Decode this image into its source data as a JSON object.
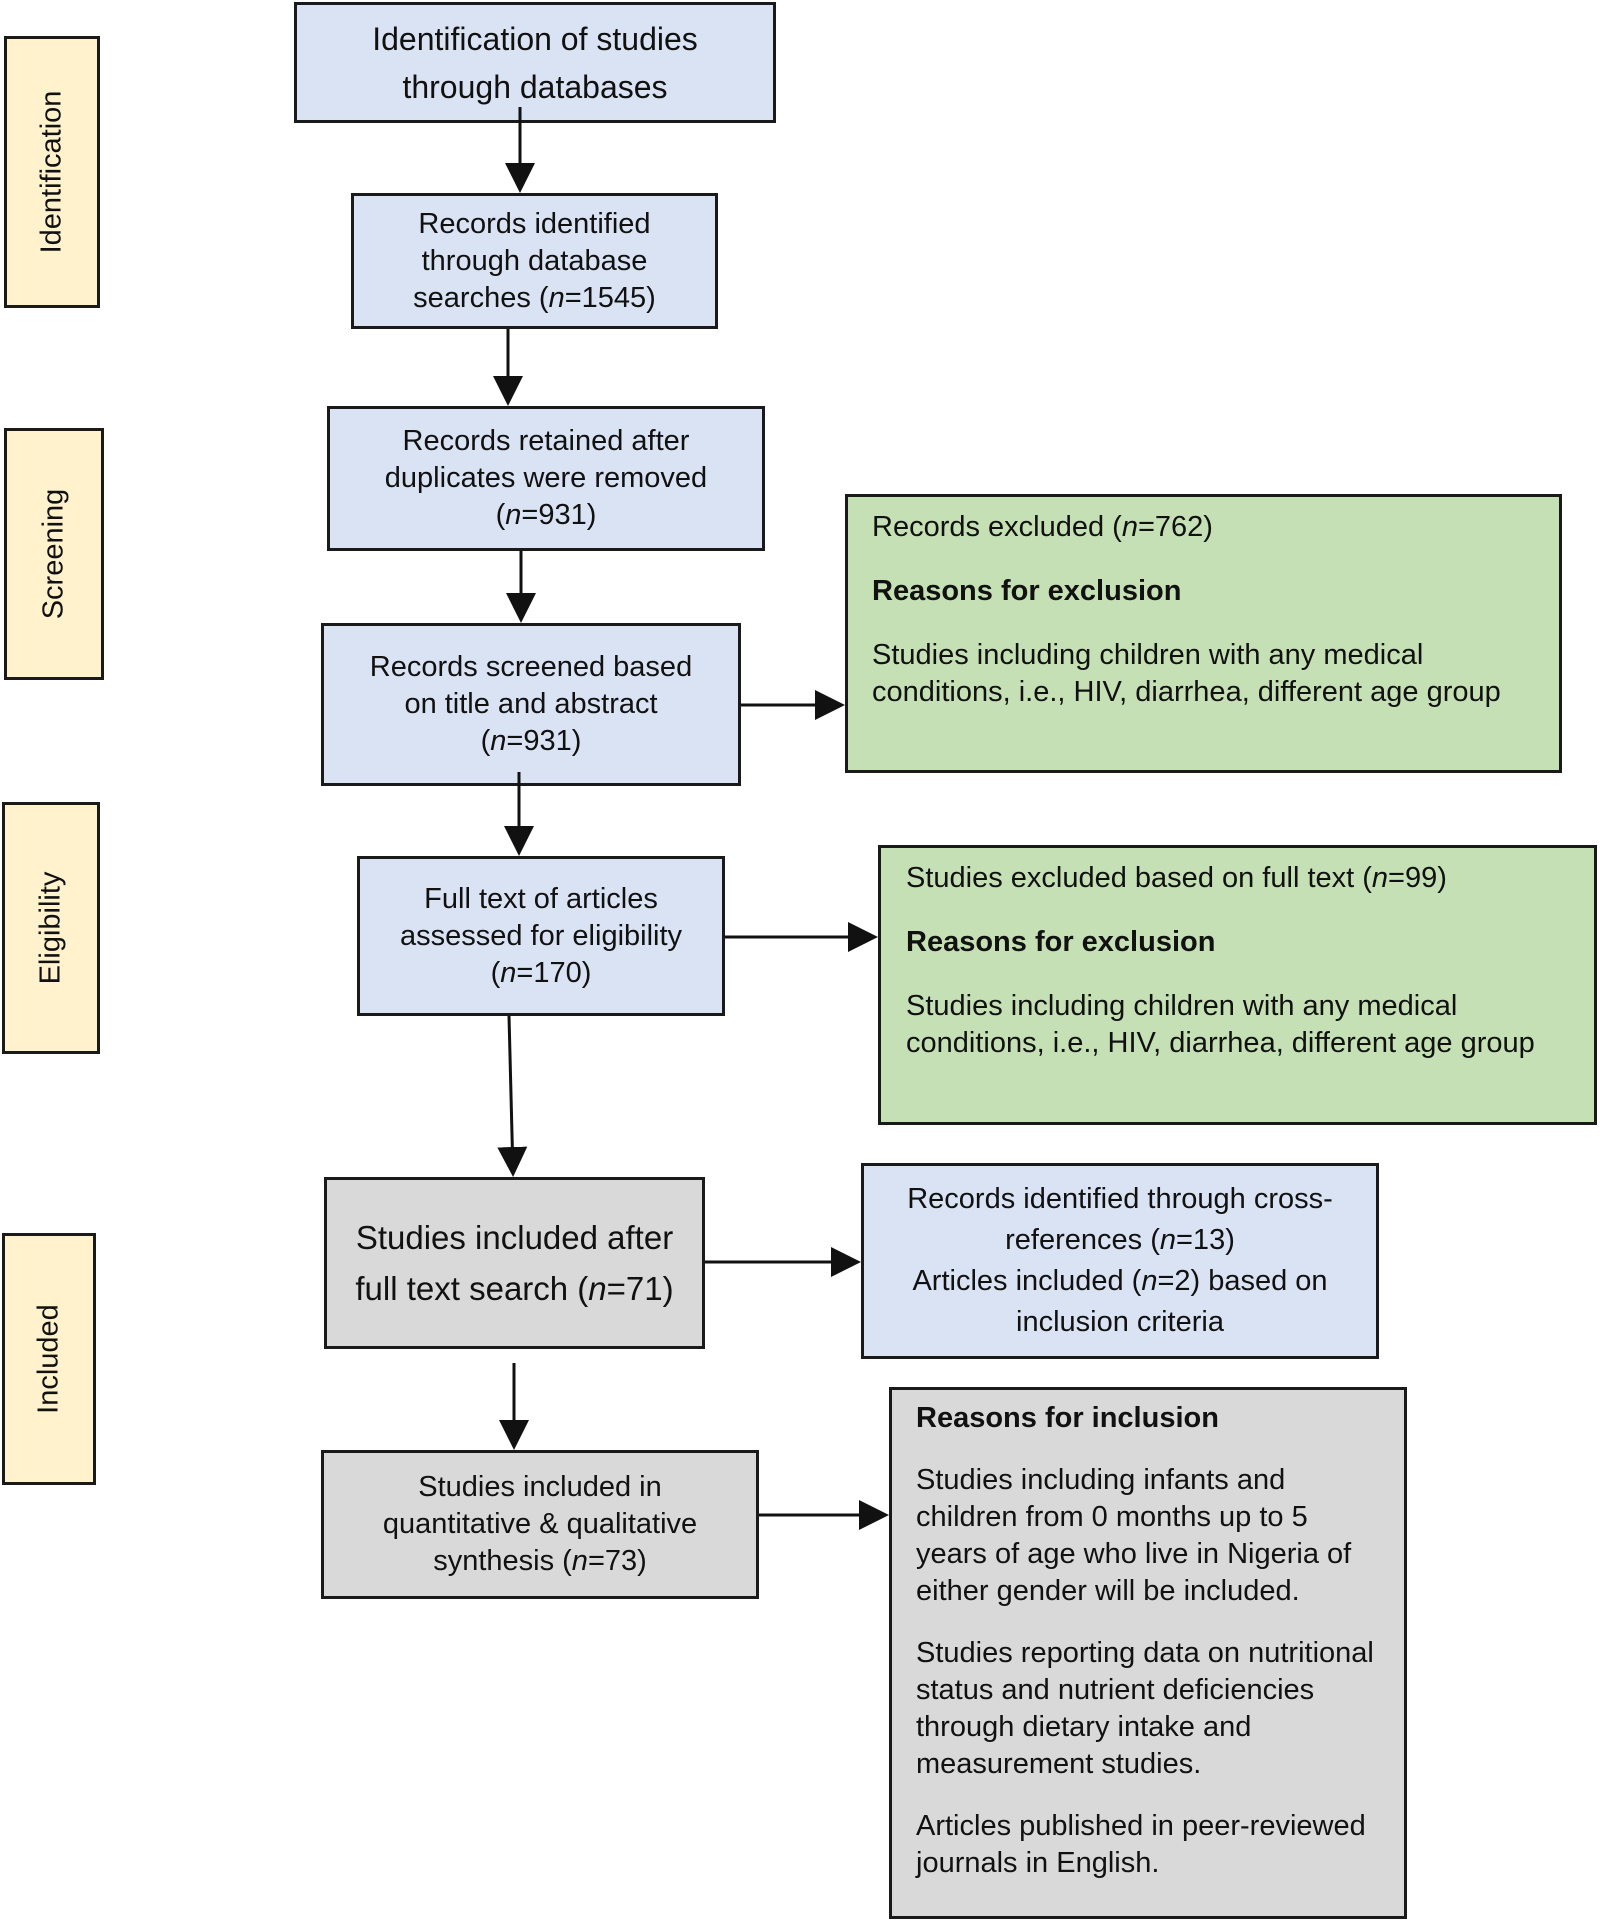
{
  "phases": {
    "identification": "Identification",
    "screening": "Screening",
    "eligibility": "Eligibility",
    "included": "Included"
  },
  "boxes": {
    "identification_db": {
      "line1": "Identification of studies",
      "line2": "through databases"
    },
    "records_identified": {
      "line1": "Records identified",
      "line2": "through database",
      "line3_pre": "searches (",
      "n": "n",
      "line3_post": "=1545)"
    },
    "records_retained": {
      "line1": "Records retained after",
      "line2": "duplicates were removed",
      "line3_pre": "(",
      "n": "n",
      "line3_post": "=931)"
    },
    "records_screened": {
      "line1": "Records screened based",
      "line2": "on title and abstract",
      "line3_pre": "(",
      "n": "n",
      "line3_post": "=931)"
    },
    "full_text": {
      "line1": "Full text of articles",
      "line2": "assessed for eligibility",
      "line3_pre": "(",
      "n": "n",
      "line3_post": "=170)"
    },
    "studies_included_full": {
      "line1": "Studies included after",
      "line2_pre": "full text search (",
      "n": "n",
      "line2_post": "=71)"
    },
    "synthesis": {
      "line1": "Studies included in",
      "line2": "quantitative & qualitative",
      "line3_pre": "synthesis (",
      "n": "n",
      "line3_post": "=73)"
    },
    "records_excluded": {
      "head_pre": "Records excluded (",
      "n": "n",
      "head_post": "=762)",
      "reasons_title": "Reasons for exclusion",
      "reasons_text": "Studies including children with any medical conditions, i.e., HIV, diarrhea, different age group"
    },
    "studies_excluded": {
      "head_pre": "Studies excluded based on full text (",
      "n": "n",
      "head_post": "=99)",
      "reasons_title": "Reasons for exclusion",
      "reasons_text": "Studies including children with any medical conditions, i.e., HIV, diarrhea, different age group"
    },
    "cross_references": {
      "line1": "Records identified through cross-",
      "line2_pre": "references (",
      "n1": "n",
      "line2_post": "=13)",
      "line3_pre": "Articles included (",
      "n2": "n",
      "line3_post": "=2) based on",
      "line4": "inclusion criteria"
    },
    "reasons_inclusion": {
      "title": "Reasons for inclusion",
      "p1": "Studies including infants and children from 0 months up to 5 years of age who live in Nigeria of either gender will be included.",
      "p2": "Studies reporting data on nutritional status and nutrient deficiencies through dietary intake and measurement studies.",
      "p3": "Articles published in peer-reviewed journals in English."
    }
  }
}
